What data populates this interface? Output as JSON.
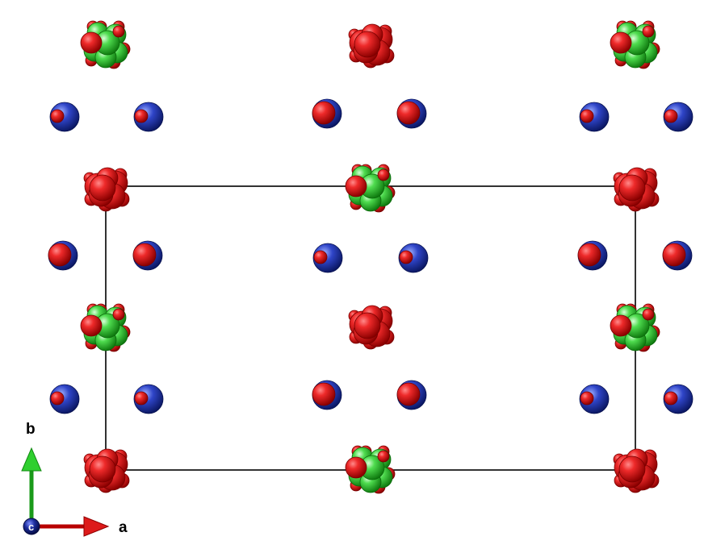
{
  "axes": {
    "a_label": "a",
    "b_label": "b",
    "c_label": "c",
    "a_color": "#cc0000",
    "b_color": "#22bb22",
    "c_color": "#1c2c9c"
  },
  "colors": {
    "background": "#ffffff",
    "cell_edge": "#000000",
    "oxygen": "#e21414",
    "green_atom": "#3fcf3f",
    "blue_atom": "#2a3fb5"
  },
  "icons": {
    "axis_arrow": "arrow-icon",
    "atom": "sphere-icon"
  }
}
